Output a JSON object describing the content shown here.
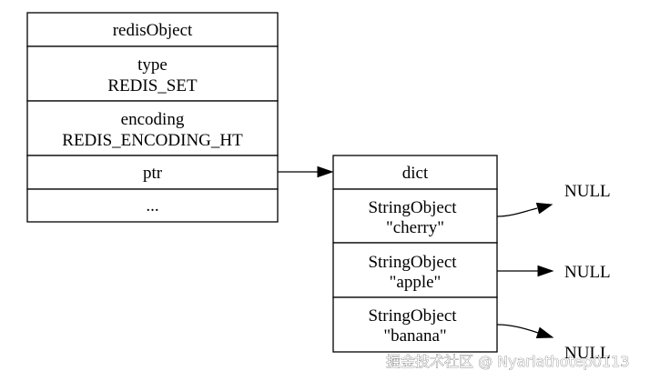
{
  "redis_object": {
    "cells": [
      {
        "lines": [
          "redisObject"
        ]
      },
      {
        "lines": [
          "type",
          "REDIS_SET"
        ]
      },
      {
        "lines": [
          "encoding",
          "REDIS_ENCODING_HT"
        ]
      },
      {
        "lines": [
          "ptr"
        ]
      },
      {
        "lines": [
          "..."
        ]
      }
    ]
  },
  "dict": {
    "cells": [
      {
        "lines": [
          "dict"
        ]
      },
      {
        "lines": [
          "StringObject",
          "\"cherry\""
        ]
      },
      {
        "lines": [
          "StringObject",
          "\"apple\""
        ]
      },
      {
        "lines": [
          "StringObject",
          "\"banana\""
        ]
      }
    ]
  },
  "null_targets": [
    {
      "label": "NULL"
    },
    {
      "label": "NULL"
    },
    {
      "label": "NULL"
    }
  ],
  "watermark": "掘金技术社区 @ Nyarlathotep0113"
}
